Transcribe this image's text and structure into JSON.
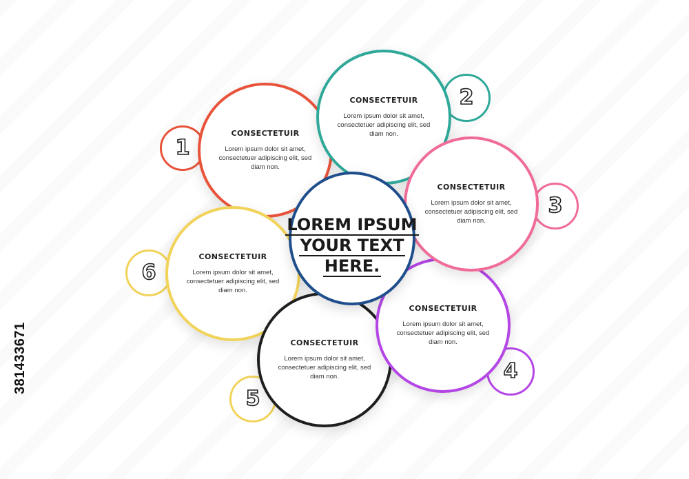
{
  "center": {
    "lines": [
      "LOREM IPSUM",
      "YOUR TEXT",
      "HERE."
    ],
    "color": "#1f4e8c"
  },
  "side_id": "381433671",
  "items": [
    {
      "number": "1",
      "title": "CONSECTETUIR",
      "body": "Lorem ipsum dolor sit amet, consectetuer adipiscing elit, sed diam non.",
      "color": "#e8533a"
    },
    {
      "number": "2",
      "title": "CONSECTETUIR",
      "body": "Lorem ipsum dolor sit amet, consectetuer adipiscing elit, sed diam non.",
      "color": "#2fa89a"
    },
    {
      "number": "3",
      "title": "CONSECTETUIR",
      "body": "Lorem ipsum dolor sit amet, consectetuer adipiscing elit, sed diam non.",
      "color": "#f06b9a"
    },
    {
      "number": "4",
      "title": "CONSECTETUIR",
      "body": "Lorem ipsum dolor sit amet, consectetuer adipiscing elit, sed diam non.",
      "color": "#b546e6"
    },
    {
      "number": "5",
      "title": "CONSECTETUIR",
      "body": "Lorem ipsum dolor sit amet, consectetuer adipiscing elit, sed diam non.",
      "color": "#1e1e1e"
    },
    {
      "number": "6",
      "title": "CONSECTETUIR",
      "body": "Lorem ipsum dolor sit amet, consectetuer adipiscing elit, sed diam non.",
      "color": "#f2d35a"
    }
  ],
  "number_badge_colors": [
    "#e8533a",
    "#2fa89a",
    "#f06b9a",
    "#b546e6",
    "#f2d35a",
    "#f2d35a"
  ]
}
